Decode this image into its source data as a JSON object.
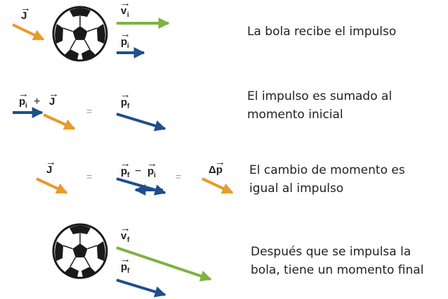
{
  "colors": {
    "impulse": "#e89a2c",
    "momentum": "#1f4e8c",
    "velocity": "#7cb342",
    "ball_dark": "#1a1a1a",
    "ball_light": "#ffffff"
  },
  "icons": [
    "soccer-ball-icon"
  ],
  "row1": {
    "impulse_label": "J",
    "velocity_label": "v",
    "velocity_sub": "i",
    "momentum_label": "p",
    "momentum_sub": "i",
    "caption": "La bola recibe el impulso"
  },
  "row2": {
    "p_label": "p",
    "p_sub": "i",
    "plus": "+",
    "j_label": "J",
    "equals": "=",
    "pf_label": "p",
    "pf_sub": "f",
    "caption_line1": "El impulso es sumado al",
    "caption_line2": "momento inicial"
  },
  "row3": {
    "j_label": "J",
    "equals1": "=",
    "pf_label": "p",
    "pf_sub": "f",
    "minus": "−",
    "pi_label": "p",
    "pi_sub": "i",
    "equals2": "=",
    "delta_label": "Δp",
    "caption_line1": "El cambio de momento es",
    "caption_line2": "igual al impulso"
  },
  "row4": {
    "velocity_label": "v",
    "velocity_sub": "f",
    "momentum_label": "p",
    "momentum_sub": "f",
    "caption_line1": "Después que se impulsa la",
    "caption_line2": "bola, tiene un momento final"
  }
}
